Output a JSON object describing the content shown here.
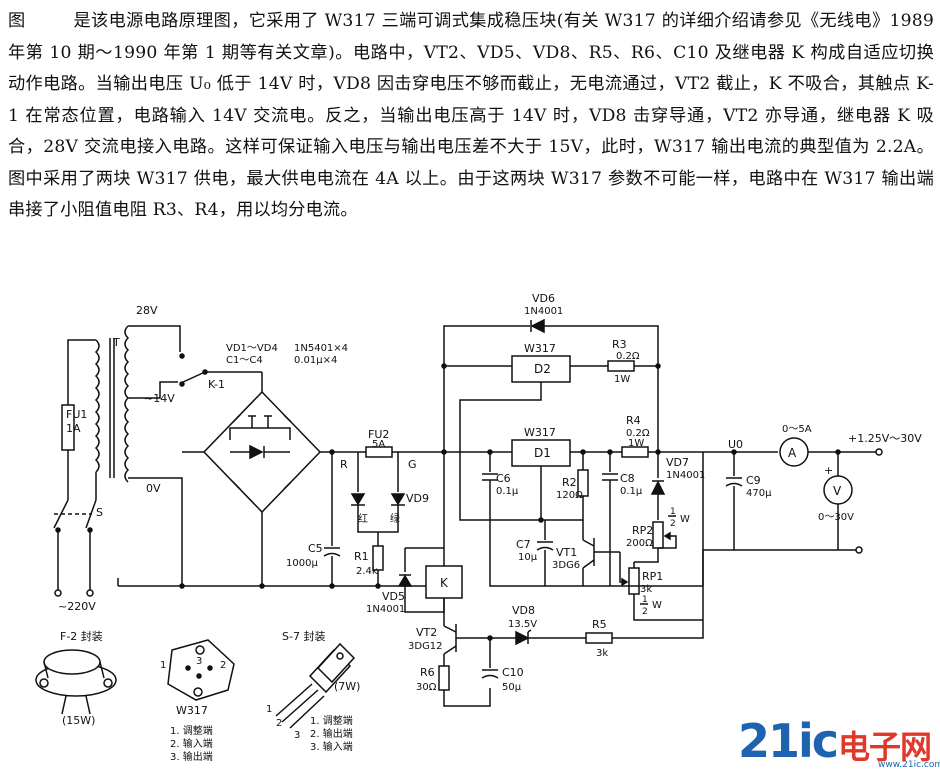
{
  "paragraph": {
    "fig_label": "图",
    "text": "是该电源电路原理图，它采用了 W317 三端可调式集成稳压块(有关 W317 的详细介绍请参见《无线电》1989 年第 10 期～1990 年第 1 期等有关文章)。电路中，VT2、VD5、VD8、R5、R6、C10 及继电器 K 构成自适应切换动作电路。当输出电压 U₀ 低于 14V 时，VD8 因击穿电压不够而截止，无电流通过，VT2 截止，K 不吸合，其触点 K-1 在常态位置，电路输入 14V 交流电。反之，当输出电压高于 14V 时，VD8 击穿导通，VT2 亦导通，继电器 K 吸合，28V 交流电接入电路。这样可保证输入电压与输出电压差不大于 15V，此时，W317 输出电流的典型值为 2.2A。图中采用了两块 W317 供电，最大供电电流在 4A 以上。由于这两块 W317 参数不可能一样，电路中在 W317 输出端串接了小阻值电阻 R3、R4，用以均分电流。"
  },
  "labels": {
    "t": "T",
    "v28": "28V",
    "v14": "~14V",
    "v0": "0V",
    "k1": "K-1",
    "fu1": "FU1",
    "fu1_val": "1A",
    "s": "S",
    "v220": "~220V",
    "vd_range": "VD1～VD4",
    "c_range": "C1～C4",
    "vd_type": "1N5401×4",
    "c_type": "0.01μ×4",
    "fu2": "FU2",
    "fu2_val": "5A",
    "r_led": "R",
    "g_led": "G",
    "vd9": "VD9",
    "red": "红",
    "green": "绿",
    "c5": "C5",
    "c5_val": "1000μ",
    "r1": "R1",
    "r1_val": "2.4k",
    "vd5": "VD5",
    "vd5_type": "1N4001",
    "k": "K",
    "vd6": "VD6",
    "vd6_type": "1N4001",
    "w317_top": "W317",
    "d2": "D2",
    "r3": "R3",
    "r3_val": "0.2Ω",
    "r3_w": "1W",
    "w317_mid": "W317",
    "d1": "D1",
    "r4": "R4",
    "r4_val": "0.2Ω",
    "r4_w": "1W",
    "c6": "C6",
    "c6_val": "0.1μ",
    "r2": "R2",
    "r2_val": "120Ω",
    "c8": "C8",
    "c8_val": "0.1μ",
    "vd7": "VD7",
    "vd7_type": "1N4001",
    "u0": "U0",
    "c9": "C9",
    "c9_val": "470μ",
    "amm_range": "0～5A",
    "out_range": "+1.25V～30V",
    "amm": "A",
    "volt": "V",
    "volt_range": "0～30V",
    "plus": "+",
    "rp2": "RP2",
    "rp2_val": "200Ω",
    "rp2_w1": "1",
    "rp2_w2": "2",
    "rp2_w": "W",
    "c7": "C7",
    "c7_val": "10μ",
    "vt1": "VT1",
    "vt1_type": "3DG6",
    "rp1": "RP1",
    "rp1_val": "3k",
    "rp1_w1": "1",
    "rp1_w2": "2",
    "rp1_w": "W",
    "vd8": "VD8",
    "vd8_val": "13.5V",
    "r5": "R5",
    "r5_val": "3k",
    "vt2": "VT2",
    "vt2_type": "3DG12",
    "r6": "R6",
    "r6_val": "30Ω",
    "c10": "C10",
    "c10_val": "50μ",
    "f2_title": "F-2 封装",
    "f2_watt": "(15W)",
    "pin1": "1",
    "pin2": "2",
    "pin3": "3",
    "w317_pkg": "W317",
    "f2_pins": [
      "1. 调整端",
      "2. 输入端",
      "3. 输出端"
    ],
    "s7_title": "S-7 封装",
    "s7_watt": "(7W)",
    "s7_pins": [
      "1. 调整端",
      "2. 输出端",
      "3. 输入端"
    ]
  },
  "watermark": {
    "brand": "21ic",
    "cn": "电子网",
    "url": "www.21ic.com"
  }
}
